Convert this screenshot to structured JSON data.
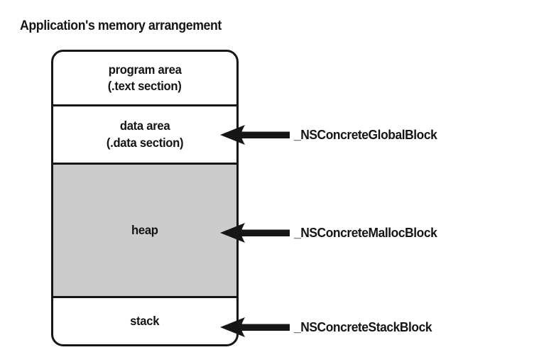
{
  "figure": {
    "top_fragment": "",
    "title": "Application's memory arrangement",
    "gray_fill": "#cccccc",
    "stroke_color": "#161616"
  },
  "memory_segments": [
    {
      "name": "program-area",
      "line1": "program area",
      "line2": "(.text section)",
      "filled": false
    },
    {
      "name": "data-area",
      "line1": "data area",
      "line2": "(.data section)",
      "filled": false
    },
    {
      "name": "heap",
      "line1": "heap",
      "line2": "",
      "filled": true
    },
    {
      "name": "stack",
      "line1": "stack",
      "line2": "",
      "filled": false
    }
  ],
  "pointers": [
    {
      "name": "global-block-pointer",
      "label": "_NSConcreteGlobalBlock",
      "target": "data area"
    },
    {
      "name": "malloc-block-pointer",
      "label": "_NSConcreteMallocBlock",
      "target": "heap"
    },
    {
      "name": "stack-block-pointer",
      "label": "_NSConcreteStackBlock",
      "target": "stack"
    }
  ]
}
